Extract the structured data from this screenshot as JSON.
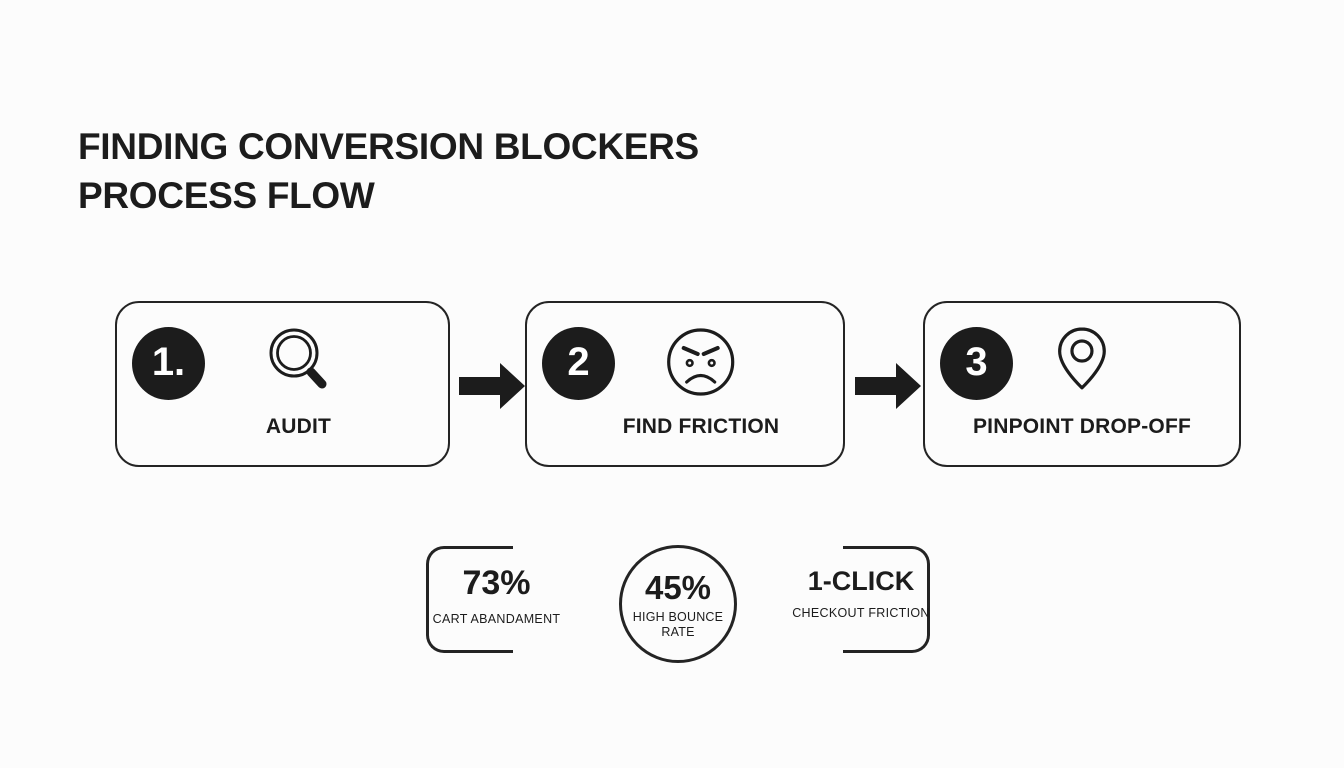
{
  "colors": {
    "background": "#fcfcfc",
    "ink": "#1c1c1c",
    "border": "#242424"
  },
  "title": {
    "line1": "FINDING CONVERSION BLOCKERS",
    "line2": "PROCESS FLOW"
  },
  "steps": [
    {
      "number": "1.",
      "label": "AUDIT",
      "icon": "magnifier-icon"
    },
    {
      "number": "2",
      "label": "FIND FRICTION",
      "icon": "angry-face-icon"
    },
    {
      "number": "3",
      "label": "PINPOINT DROP-OFF",
      "icon": "location-pin-icon"
    }
  ],
  "flow": {
    "connector_icon": "arrow-right-icon"
  },
  "stats": [
    {
      "value": "73%",
      "label": "CART ABANDAMENT",
      "frame": "rounded-bracket-left"
    },
    {
      "value": "45%",
      "label": "HIGH BOUNCE RATE",
      "frame": "circle"
    },
    {
      "value": "1-CLICK",
      "label": "CHECKOUT FRICTION",
      "frame": "rounded-bracket-right"
    }
  ]
}
